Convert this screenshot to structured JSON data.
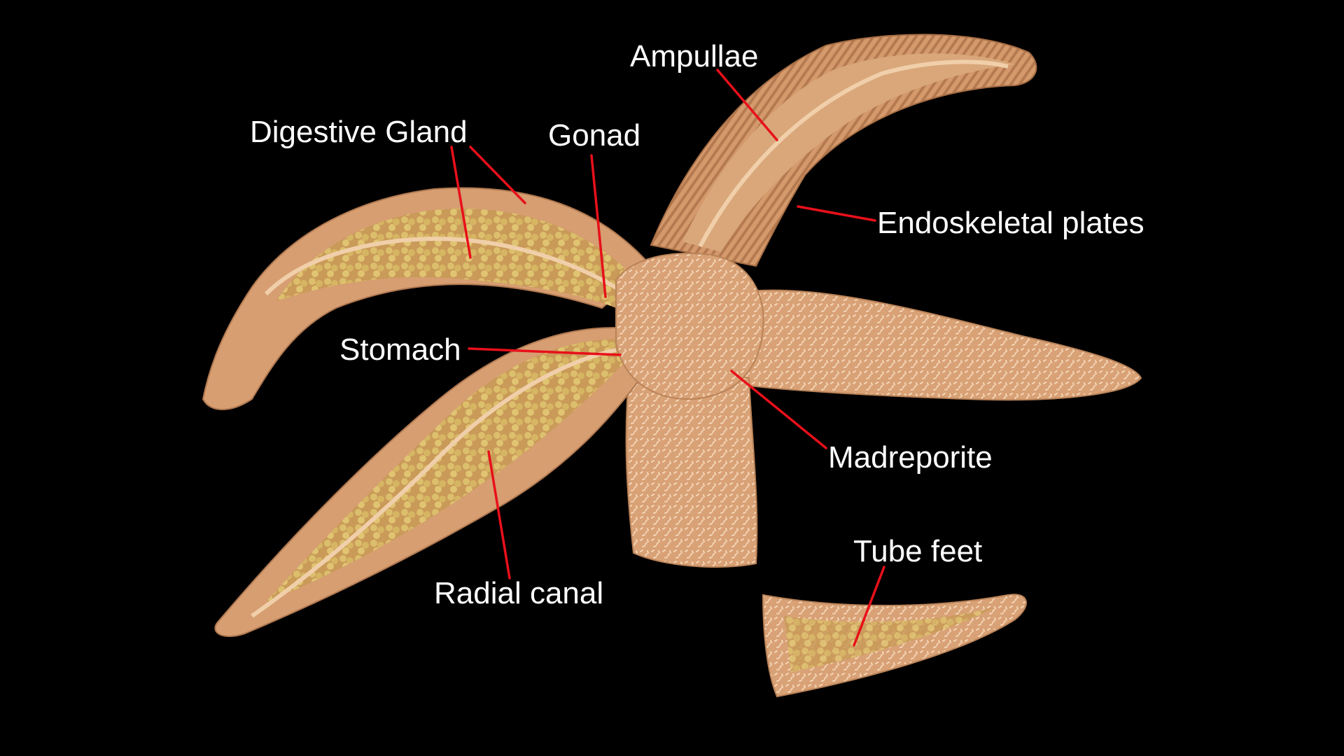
{
  "diagram": {
    "labels": {
      "ampullae": "Ampullae",
      "digestive_gland": "Digestive Gland",
      "gonad": "Gonad",
      "endoskeletal_plates": "Endoskeletal plates",
      "stomach": "Stomach",
      "madreporite": "Madreporite",
      "tube_feet": "Tube feet",
      "radial_canal": "Radial canal"
    },
    "colors": {
      "background": "#000000",
      "label_text": "#ffffff",
      "leader_line": "#e8101a",
      "body": "#d9a176",
      "body_shadow": "#b98257",
      "spine": "#f2d2b2",
      "gland": "#d8b964",
      "canal": "#c99570",
      "groove": "#c08a60"
    }
  }
}
